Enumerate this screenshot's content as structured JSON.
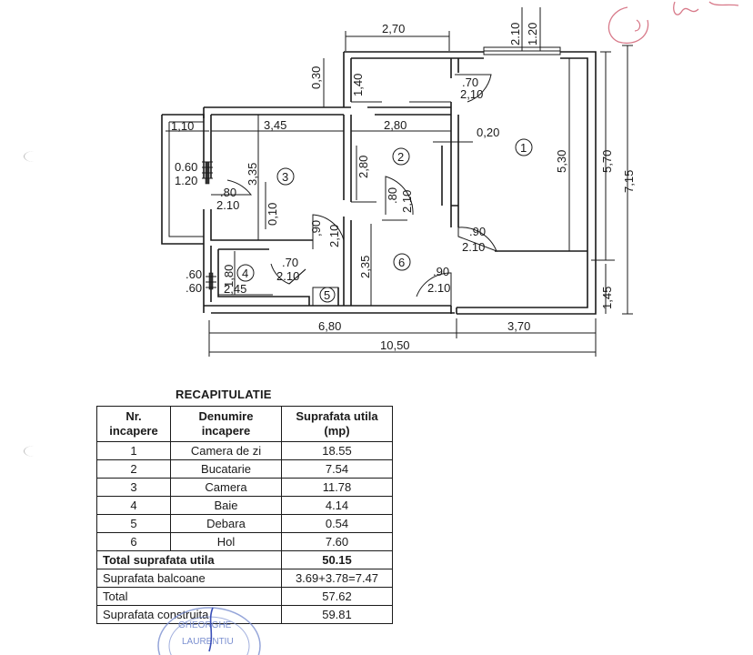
{
  "plan": {
    "dims": {
      "top_width": "2,70",
      "top_right_a": "2.10",
      "top_right_b": "1.20",
      "wall_030": "0,30",
      "wall_140": "1,40",
      "door_top_w": ".70",
      "door_top_h": "2,10",
      "left_110": "1,10",
      "r3_width": "3,45",
      "r2_width": "2,80",
      "gap_020": "0,20",
      "r1_height": "5,30",
      "right_570": "5,70",
      "right_715": "7,15",
      "win_w": "0.60",
      "win_h": "1.20",
      "r3_height": "3,35",
      "r2_height": "2,80",
      "door3_w": ".80",
      "door3_h": "2.10",
      "door2_w": ".80",
      "door2_h": "2,10",
      "wall_010": "0,10",
      "door_mid_w": ",90",
      "door_mid_h": "2,10",
      "door1_w": ".90",
      "door1_h": "2.10",
      "door4_w": ".70",
      "door4_h": "2.10",
      "hol_height": "2,35",
      "win4_w": ".60",
      "win4_h": ".60",
      "r4_height": "1,80",
      "r4_width": "2,45",
      "door6_w": ".90",
      "door6_h": "2.10",
      "right_145": "1,45",
      "bottom_680": "6,80",
      "bottom_370": "3,70",
      "bottom_1050": "10,50"
    },
    "rooms": [
      "1",
      "2",
      "3",
      "4",
      "5",
      "6"
    ]
  },
  "recap": {
    "title": "RECAPITULATIE",
    "headers": {
      "nr": [
        "Nr.",
        "incapere"
      ],
      "name": [
        "Denumire",
        "incapere"
      ],
      "area": [
        "Suprafata utila",
        "(mp)"
      ]
    },
    "rows": [
      {
        "nr": "1",
        "name": "Camera de zi",
        "area": "18.55"
      },
      {
        "nr": "2",
        "name": "Bucatarie",
        "area": "7.54"
      },
      {
        "nr": "3",
        "name": "Camera",
        "area": "11.78"
      },
      {
        "nr": "4",
        "name": "Baie",
        "area": "4.14"
      },
      {
        "nr": "5",
        "name": "Debara",
        "area": "0.54"
      },
      {
        "nr": "6",
        "name": "Hol",
        "area": "7.60"
      }
    ],
    "total_utila": {
      "label": "Total suprafata utila",
      "value": "50.15"
    },
    "balcoane": {
      "label": "Suprafata balcoane",
      "value": "3.69+3.78=7.47"
    },
    "total": {
      "label": "Total",
      "value": "57.62"
    },
    "construita": {
      "label": "Suprafata construita",
      "value": "59.81"
    }
  },
  "stamp": {
    "line1": "GHEORGHE",
    "line2": "LAURENTIU"
  },
  "colors": {
    "ink": "#1a1a1a",
    "stamp": "#7b8fd0",
    "handwriting": "#d87a8a"
  }
}
